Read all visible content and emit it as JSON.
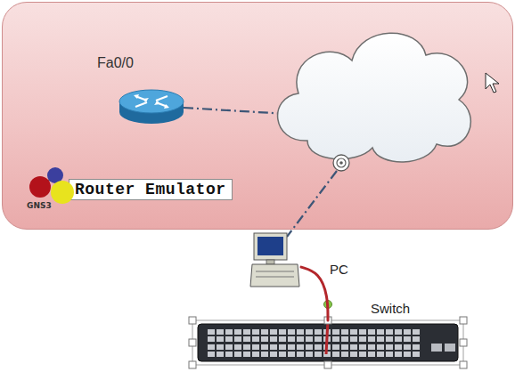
{
  "diagram": {
    "nodes": [
      {
        "text": [
          "Router Emulator"
        ]
      },
      {
        "text": [
          "Fa0/0"
        ],
        "in": 0
      },
      {
        "text": [
          "PC"
        ]
      },
      {
        "text": [
          "Switch"
        ]
      }
    ],
    "edges": [
      {
        "from": 2,
        "to": 3,
        "arrow": "none"
      }
    ],
    "labels": [
      "GNS3"
    ]
  }
}
